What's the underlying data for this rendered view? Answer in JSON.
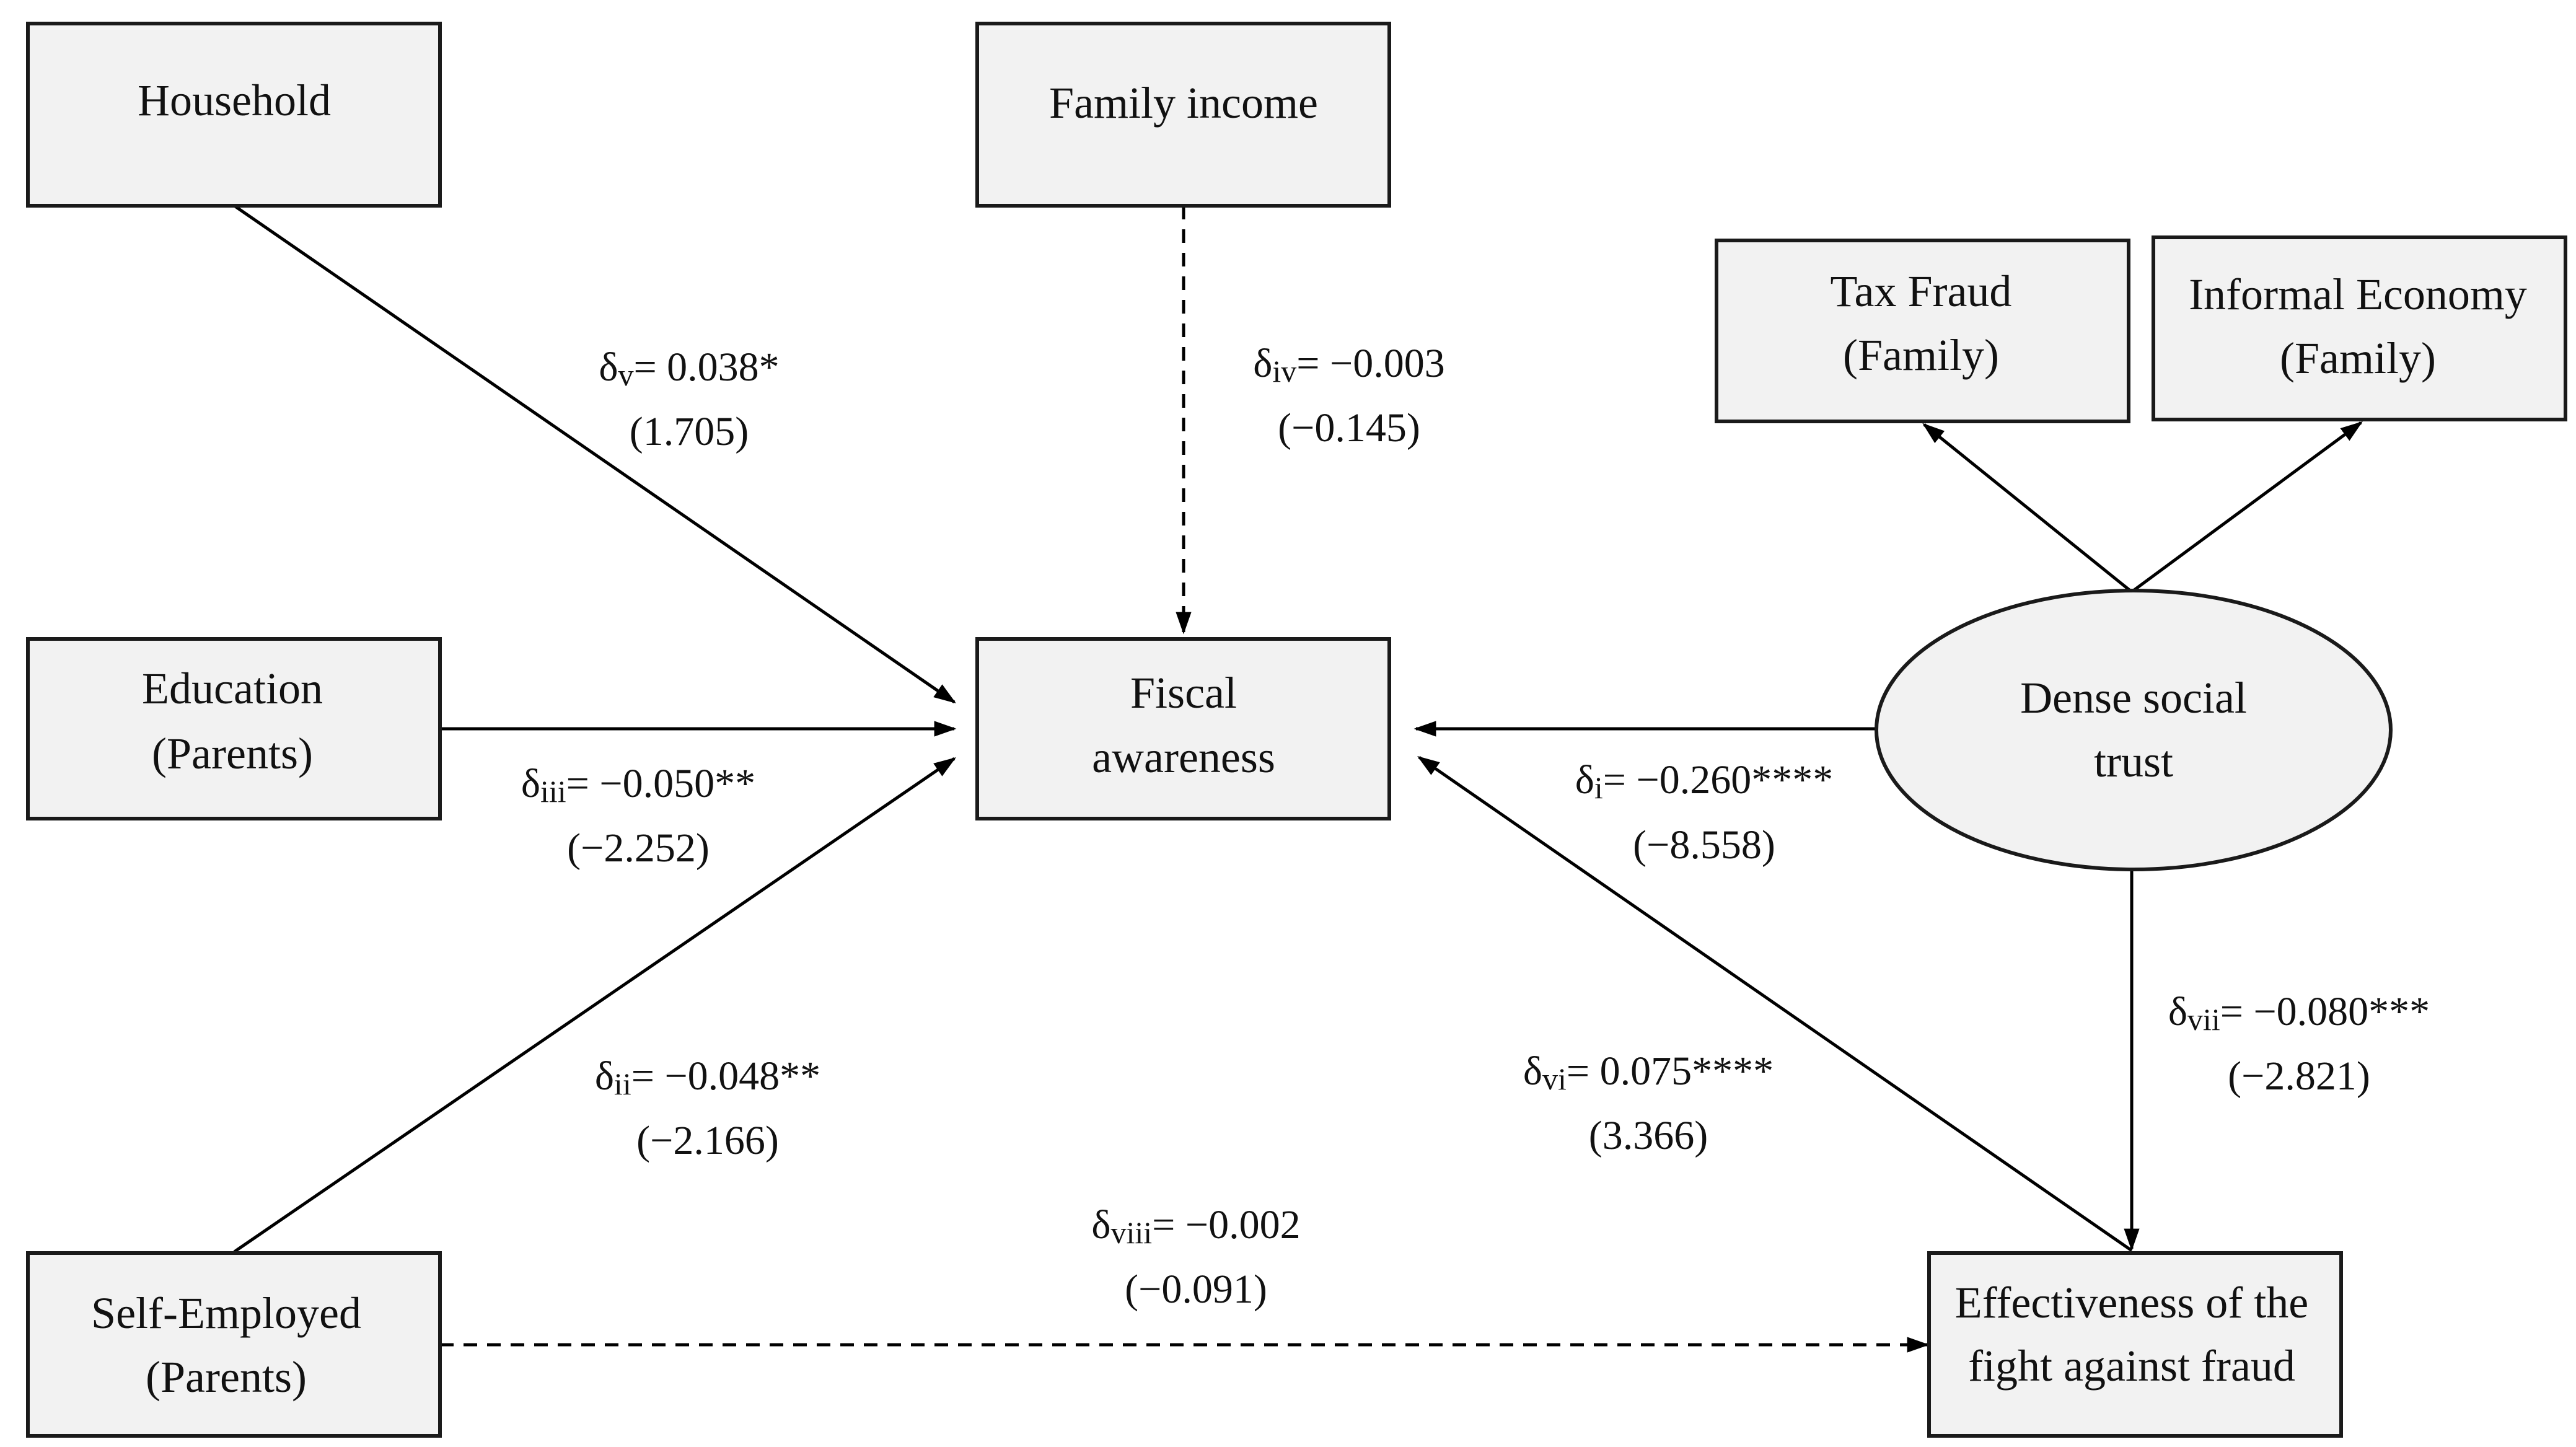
{
  "nodes": {
    "household": {
      "lines": [
        "Household"
      ]
    },
    "family_income": {
      "lines": [
        "Family income"
      ]
    },
    "education_parents": {
      "lines": [
        "Education",
        "(Parents)"
      ]
    },
    "fiscal_awareness": {
      "lines": [
        "Fiscal",
        "awareness"
      ]
    },
    "self_employed_parents": {
      "lines": [
        "Self-Employed",
        "(Parents)"
      ]
    },
    "tax_fraud_family": {
      "lines": [
        "Tax Fraud",
        "(Family)"
      ]
    },
    "informal_economy_family": {
      "lines": [
        "Informal Economy",
        "(Family)"
      ]
    },
    "dense_social_trust": {
      "lines": [
        "Dense social",
        "trust"
      ]
    },
    "effectiveness_fraud": {
      "lines": [
        "Effectiveness of the",
        "fight against fraud"
      ]
    }
  },
  "edges": {
    "household_fiscal": {
      "symbol": "δ",
      "sub": "v",
      "value": "= 0.038*",
      "stat": "(1.705)",
      "style": "solid"
    },
    "income_fiscal": {
      "symbol": "δ",
      "sub": "iv",
      "value": "= −0.003",
      "stat": "(−0.145)",
      "style": "dashed"
    },
    "education_fiscal": {
      "symbol": "δ",
      "sub": "iii",
      "value": "= −0.050**",
      "stat": "(−2.252)",
      "style": "solid"
    },
    "selfemployed_fiscal": {
      "symbol": "δ",
      "sub": "ii",
      "value": "= −0.048**",
      "stat": "(−2.166)",
      "style": "solid"
    },
    "trust_fiscal": {
      "symbol": "δ",
      "sub": "i",
      "value": "= −0.260****",
      "stat": "(−8.558)",
      "style": "solid"
    },
    "effectiveness_fiscal": {
      "symbol": "δ",
      "sub": "vi",
      "value": "= 0.075****",
      "stat": "(3.366)",
      "style": "solid"
    },
    "trust_effectiveness": {
      "symbol": "δ",
      "sub": "vii",
      "value": "= −0.080***",
      "stat": "(−2.821)",
      "style": "solid"
    },
    "selfemployed_effectiveness": {
      "symbol": "δ",
      "sub": "viii",
      "value": "= −0.002",
      "stat": "(−0.091)",
      "style": "dashed"
    },
    "trust_taxfraud": {
      "style": "solid"
    },
    "trust_informal": {
      "style": "solid"
    }
  },
  "colors": {
    "node_fill": "#f2f2f2",
    "stroke": "#1a1a1a",
    "text": "#111111"
  }
}
